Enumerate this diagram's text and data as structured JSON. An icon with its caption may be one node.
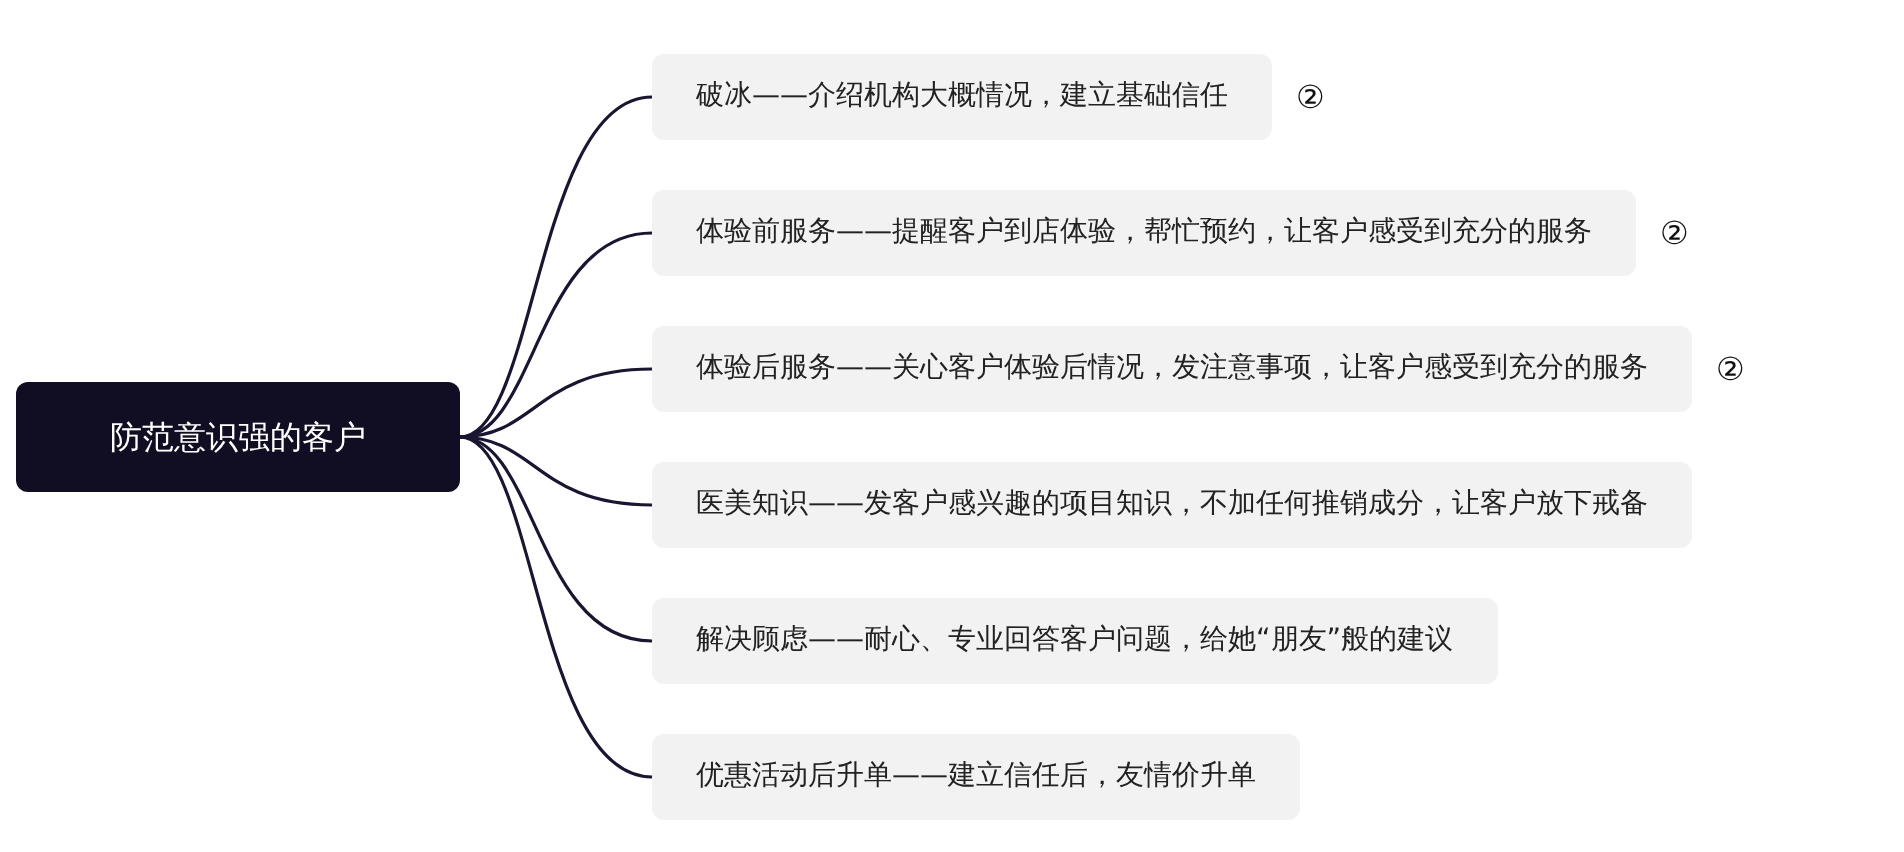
{
  "diagram": {
    "nodes": [
      {
        "text": [
          "防范意识强的客户"
        ]
      },
      {
        "text": [
          "破冰——介绍机构大概情况，建立基础信任"
        ],
        "beside": [
          "②"
        ]
      },
      {
        "text": [
          "体验前服务——提醒客户到店体验，帮忙预约，让客户感受到充分的服务"
        ],
        "beside": [
          "②"
        ]
      },
      {
        "text": [
          "体验后服务——关心客户体验后情况，发注意事项，让客户感受到充分的服务"
        ],
        "beside": [
          "②"
        ]
      },
      {
        "text": [
          "医美知识——发客户感兴趣的项目知识，不加任何推销成分，让客户放下戒备"
        ]
      },
      {
        "text": [
          "解决顾虑——耐心、专业回答客户问题，给她“朋友”般的建议"
        ]
      },
      {
        "text": [
          "优惠活动后升单——建立信任后，友情价升单"
        ]
      }
    ],
    "edges": [
      {
        "from": 0,
        "to": 1,
        "arrow": "none"
      },
      {
        "from": 0,
        "to": 2,
        "arrow": "none"
      },
      {
        "from": 0,
        "to": 3,
        "arrow": "none"
      },
      {
        "from": 0,
        "to": 4,
        "arrow": "none"
      },
      {
        "from": 0,
        "to": 5,
        "arrow": "none"
      },
      {
        "from": 0,
        "to": 6,
        "arrow": "none"
      }
    ]
  }
}
